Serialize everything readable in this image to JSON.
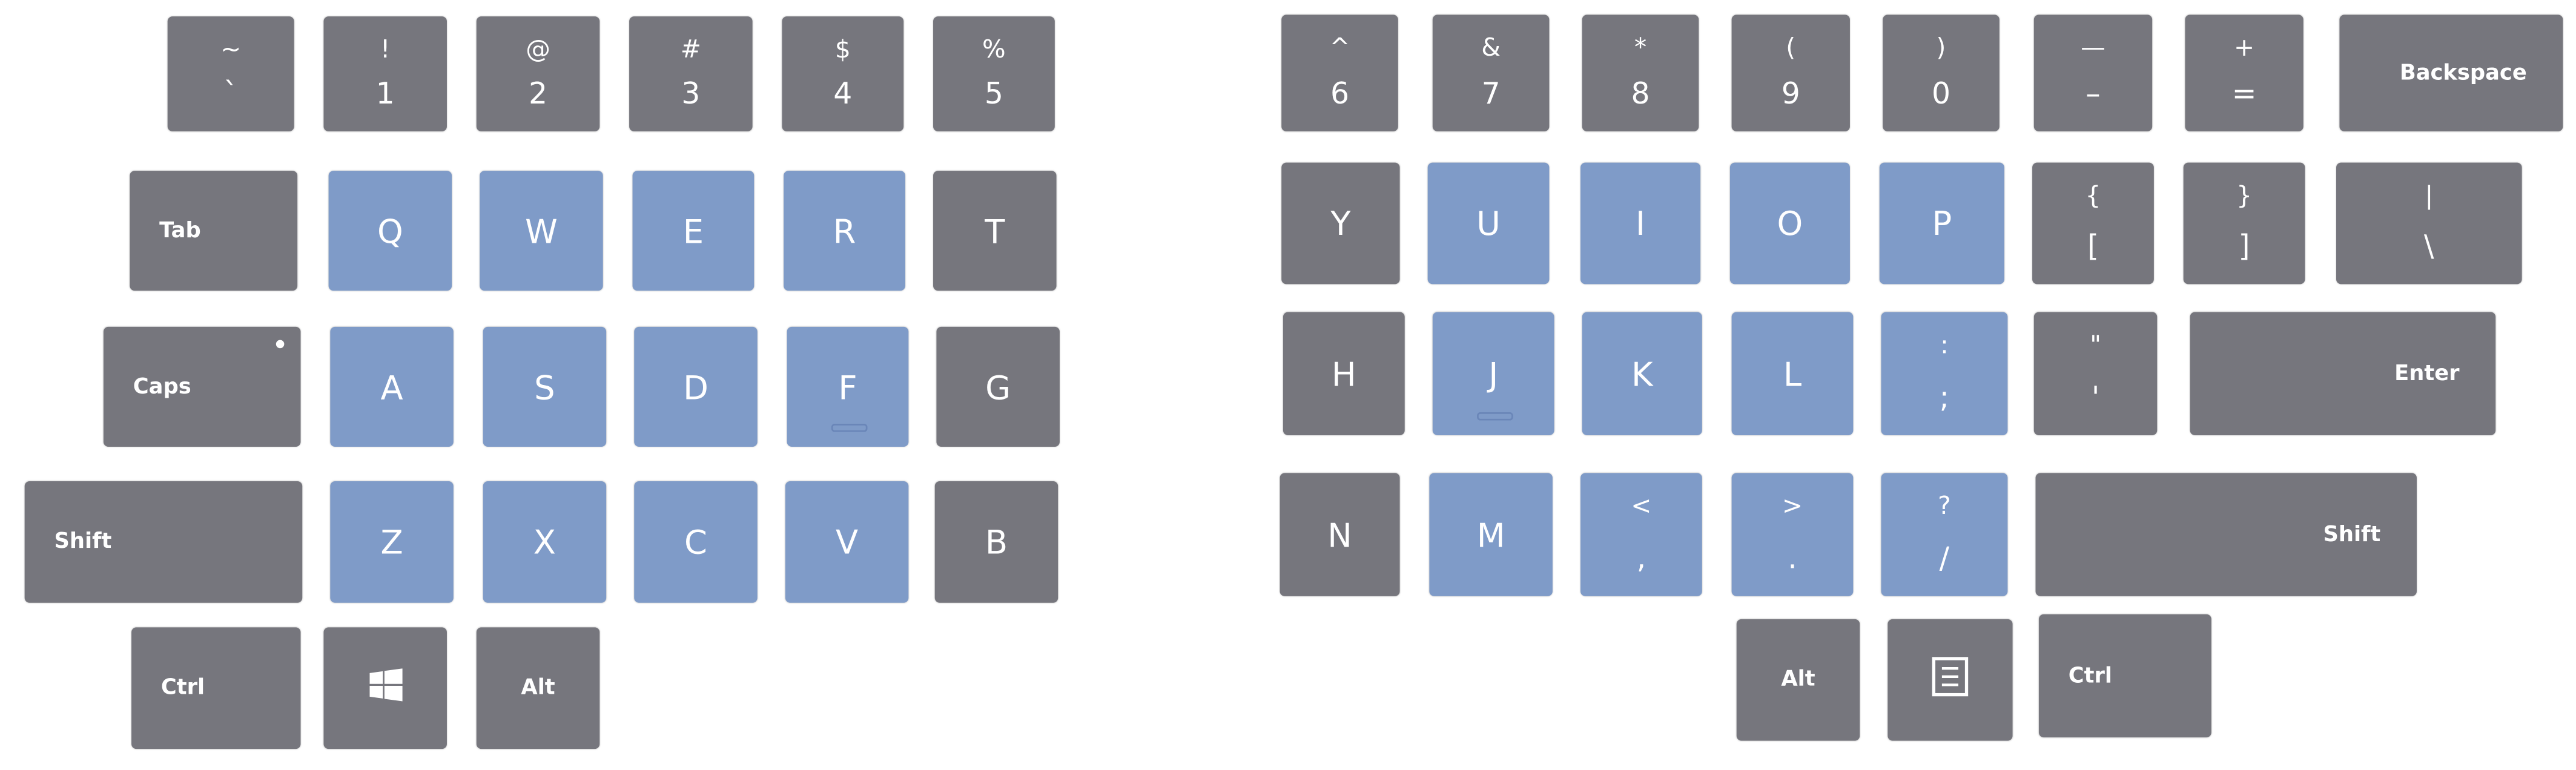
{
  "colors": {
    "key_gray": "#76767d",
    "key_blue": "#7f9bc8",
    "text": "#ffffff"
  },
  "left_half": [
    {
      "name": "backtick",
      "top": "~",
      "bottom": "`",
      "color": "gray"
    },
    {
      "name": "1",
      "top": "!",
      "bottom": "1",
      "color": "gray"
    },
    {
      "name": "2",
      "top": "@",
      "bottom": "2",
      "color": "gray"
    },
    {
      "name": "3",
      "top": "#",
      "bottom": "3",
      "color": "gray"
    },
    {
      "name": "4",
      "top": "$",
      "bottom": "4",
      "color": "gray"
    },
    {
      "name": "5",
      "top": "%",
      "bottom": "5",
      "color": "gray"
    },
    {
      "name": "tab",
      "label": "Tab",
      "color": "gray"
    },
    {
      "name": "q",
      "main": "Q",
      "color": "blue"
    },
    {
      "name": "w",
      "main": "W",
      "color": "blue"
    },
    {
      "name": "e",
      "main": "E",
      "color": "blue"
    },
    {
      "name": "r",
      "main": "R",
      "color": "blue"
    },
    {
      "name": "t",
      "main": "T",
      "color": "gray"
    },
    {
      "name": "caps",
      "label": "Caps",
      "color": "gray",
      "indicator": true
    },
    {
      "name": "a",
      "main": "A",
      "color": "blue"
    },
    {
      "name": "s",
      "main": "S",
      "color": "blue"
    },
    {
      "name": "d",
      "main": "D",
      "color": "blue"
    },
    {
      "name": "f",
      "main": "F",
      "color": "blue",
      "bump": true
    },
    {
      "name": "g",
      "main": "G",
      "color": "gray"
    },
    {
      "name": "left-shift",
      "label": "Shift",
      "color": "gray"
    },
    {
      "name": "z",
      "main": "Z",
      "color": "blue"
    },
    {
      "name": "x",
      "main": "X",
      "color": "blue"
    },
    {
      "name": "c",
      "main": "C",
      "color": "blue"
    },
    {
      "name": "v",
      "main": "V",
      "color": "blue"
    },
    {
      "name": "b",
      "main": "B",
      "color": "gray"
    },
    {
      "name": "left-ctrl",
      "label": "Ctrl",
      "color": "gray"
    },
    {
      "name": "windows",
      "icon": "windows-icon",
      "color": "gray"
    },
    {
      "name": "left-alt",
      "label": "Alt",
      "color": "gray"
    }
  ],
  "right_half": [
    {
      "name": "6",
      "top": "^",
      "bottom": "6",
      "color": "gray"
    },
    {
      "name": "7",
      "top": "&",
      "bottom": "7",
      "color": "gray"
    },
    {
      "name": "8",
      "top": "*",
      "bottom": "8",
      "color": "gray"
    },
    {
      "name": "9",
      "top": "(",
      "bottom": "9",
      "color": "gray"
    },
    {
      "name": "0",
      "top": ")",
      "bottom": "0",
      "color": "gray"
    },
    {
      "name": "minus",
      "top": "—",
      "bottom": "–",
      "color": "gray"
    },
    {
      "name": "equals",
      "top": "+",
      "bottom": "=",
      "color": "gray"
    },
    {
      "name": "backspace",
      "label": "Backspace",
      "color": "gray"
    },
    {
      "name": "y",
      "main": "Y",
      "color": "gray"
    },
    {
      "name": "u",
      "main": "U",
      "color": "blue"
    },
    {
      "name": "i",
      "main": "I",
      "color": "blue"
    },
    {
      "name": "o",
      "main": "O",
      "color": "blue"
    },
    {
      "name": "p",
      "main": "P",
      "color": "blue"
    },
    {
      "name": "left-bracket",
      "top": "{",
      "bottom": "[",
      "color": "gray"
    },
    {
      "name": "right-bracket",
      "top": "}",
      "bottom": "]",
      "color": "gray"
    },
    {
      "name": "backslash",
      "top": "|",
      "bottom": "\\",
      "color": "gray"
    },
    {
      "name": "h",
      "main": "H",
      "color": "gray"
    },
    {
      "name": "j",
      "main": "J",
      "color": "blue",
      "bump": true
    },
    {
      "name": "k",
      "main": "K",
      "color": "blue"
    },
    {
      "name": "l",
      "main": "L",
      "color": "blue"
    },
    {
      "name": "semicolon",
      "top": ":",
      "bottom": ";",
      "color": "blue"
    },
    {
      "name": "quote",
      "top": "\"",
      "bottom": "'",
      "color": "gray"
    },
    {
      "name": "enter",
      "label": "Enter",
      "color": "gray"
    },
    {
      "name": "n",
      "main": "N",
      "color": "gray"
    },
    {
      "name": "m",
      "main": "M",
      "color": "blue"
    },
    {
      "name": "comma",
      "top": "<",
      "bottom": ",",
      "color": "blue"
    },
    {
      "name": "period",
      "top": ">",
      "bottom": ".",
      "color": "blue"
    },
    {
      "name": "slash",
      "top": "?",
      "bottom": "/",
      "color": "blue"
    },
    {
      "name": "right-shift",
      "label": "Shift",
      "color": "gray"
    },
    {
      "name": "right-alt",
      "label": "Alt",
      "color": "gray"
    },
    {
      "name": "menu",
      "icon": "menu-icon",
      "color": "gray"
    },
    {
      "name": "right-ctrl",
      "label": "Ctrl",
      "color": "gray"
    }
  ]
}
